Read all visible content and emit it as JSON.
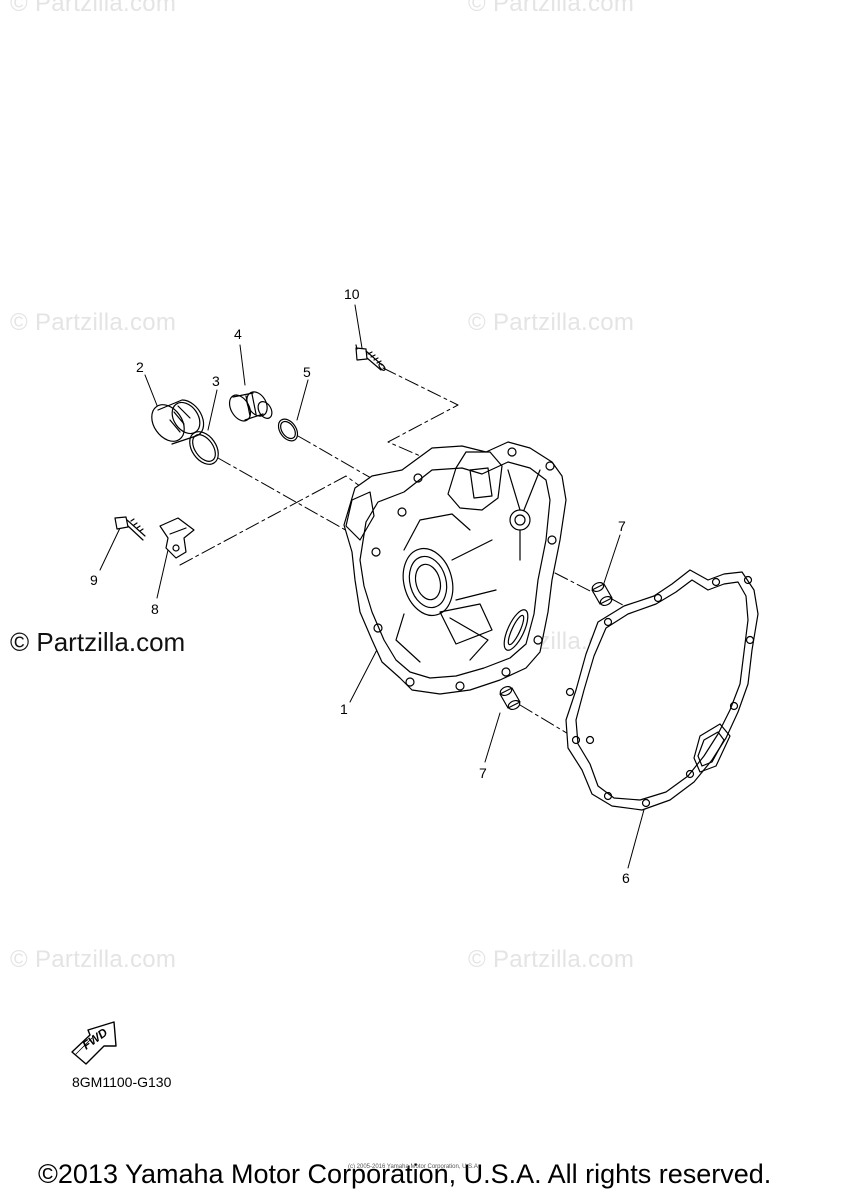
{
  "watermarks": {
    "faint": "© Partzilla.com",
    "main": "© Partzilla.com"
  },
  "callouts": {
    "c1": "1",
    "c2": "2",
    "c3": "3",
    "c4": "4",
    "c5": "5",
    "c6": "6",
    "c7a": "7",
    "c7b": "7",
    "c8": "8",
    "c9": "9",
    "c10": "10"
  },
  "fwd_label": "FWD",
  "diagram_code": "8GM1100-G130",
  "copyright": "©2013 Yamaha Motor Corporation, U.S.A. All rights reserved.",
  "copyright_small": "(c) 2005-2016 Yamaha Motor Corporation, U.S.A.",
  "colors": {
    "line": "#000000",
    "watermark": "#e4e4e4"
  }
}
